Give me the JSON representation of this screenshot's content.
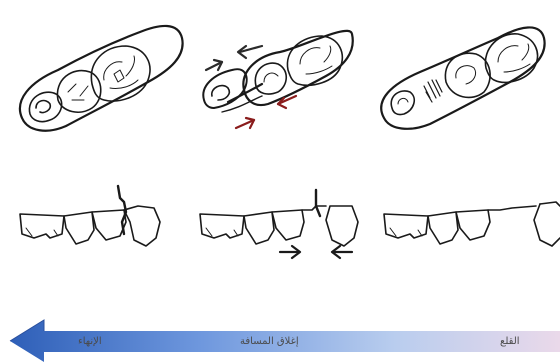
{
  "colors": {
    "ink": "#1a1a1a",
    "arrow_dark": "#2b2b2b",
    "arrow_red": "#8a1c1c",
    "bar_start": "#2e5fb8",
    "bar_mid": "#8fb3e8",
    "bar_end": "#ead9ea"
  },
  "stages": {
    "extraction": "القلع",
    "space_closure": "إغلاق المسافة",
    "finishing": "الإنهاء"
  },
  "icons": {
    "direction_arrow": "left-arrow-icon"
  }
}
